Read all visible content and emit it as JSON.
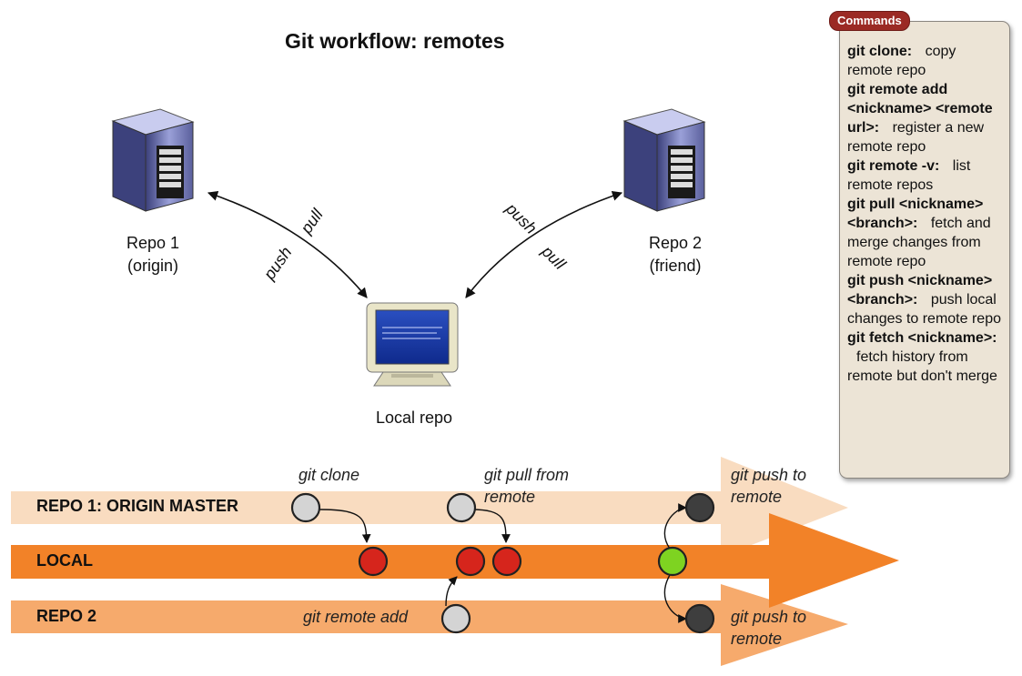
{
  "title": "Git workflow: remotes",
  "nodes": {
    "repo1": {
      "name": "Repo 1",
      "sub": "(origin)"
    },
    "repo2": {
      "name": "Repo 2",
      "sub": "(friend)"
    },
    "local": {
      "name": "Local repo"
    }
  },
  "arrow_labels": {
    "left_push": "push",
    "left_pull": "pull",
    "right_push": "push",
    "right_pull": "pull"
  },
  "commands": {
    "header": "Commands",
    "items": [
      {
        "cmd": "git clone:",
        "desc": "copy remote repo"
      },
      {
        "cmd": "git remote add <nickname> <remote url>:",
        "desc": "register a new remote repo"
      },
      {
        "cmd": "git remote -v:",
        "desc": "list remote repos"
      },
      {
        "cmd": "git pull <nickname> <branch>:",
        "desc": "fetch and merge changes from remote repo"
      },
      {
        "cmd": "git push <nickname> <branch>:",
        "desc": "push local changes to remote repo"
      },
      {
        "cmd": "git fetch <nickname>:",
        "desc": "fetch history from remote but don't merge"
      }
    ]
  },
  "lanes": {
    "repo1": "REPO 1:  ORIGIN MASTER",
    "local": "LOCAL",
    "repo2": "REPO 2"
  },
  "annotations": {
    "clone": "git clone",
    "pull_from_remote": "git pull from remote",
    "remote_add": "git remote add",
    "push_to_remote_1": "git push to remote",
    "push_to_remote_2": "git push to remote"
  },
  "colors": {
    "lane_repo1": "#f9dcc0",
    "lane_local": "#f28228",
    "lane_repo2": "#f6aa6c",
    "commit_remote": "#d4d4d4",
    "commit_local": "#d6251c",
    "commit_green": "#7ed321",
    "commit_dark": "#3e3e3e",
    "commands_header": "#9b2a24"
  }
}
